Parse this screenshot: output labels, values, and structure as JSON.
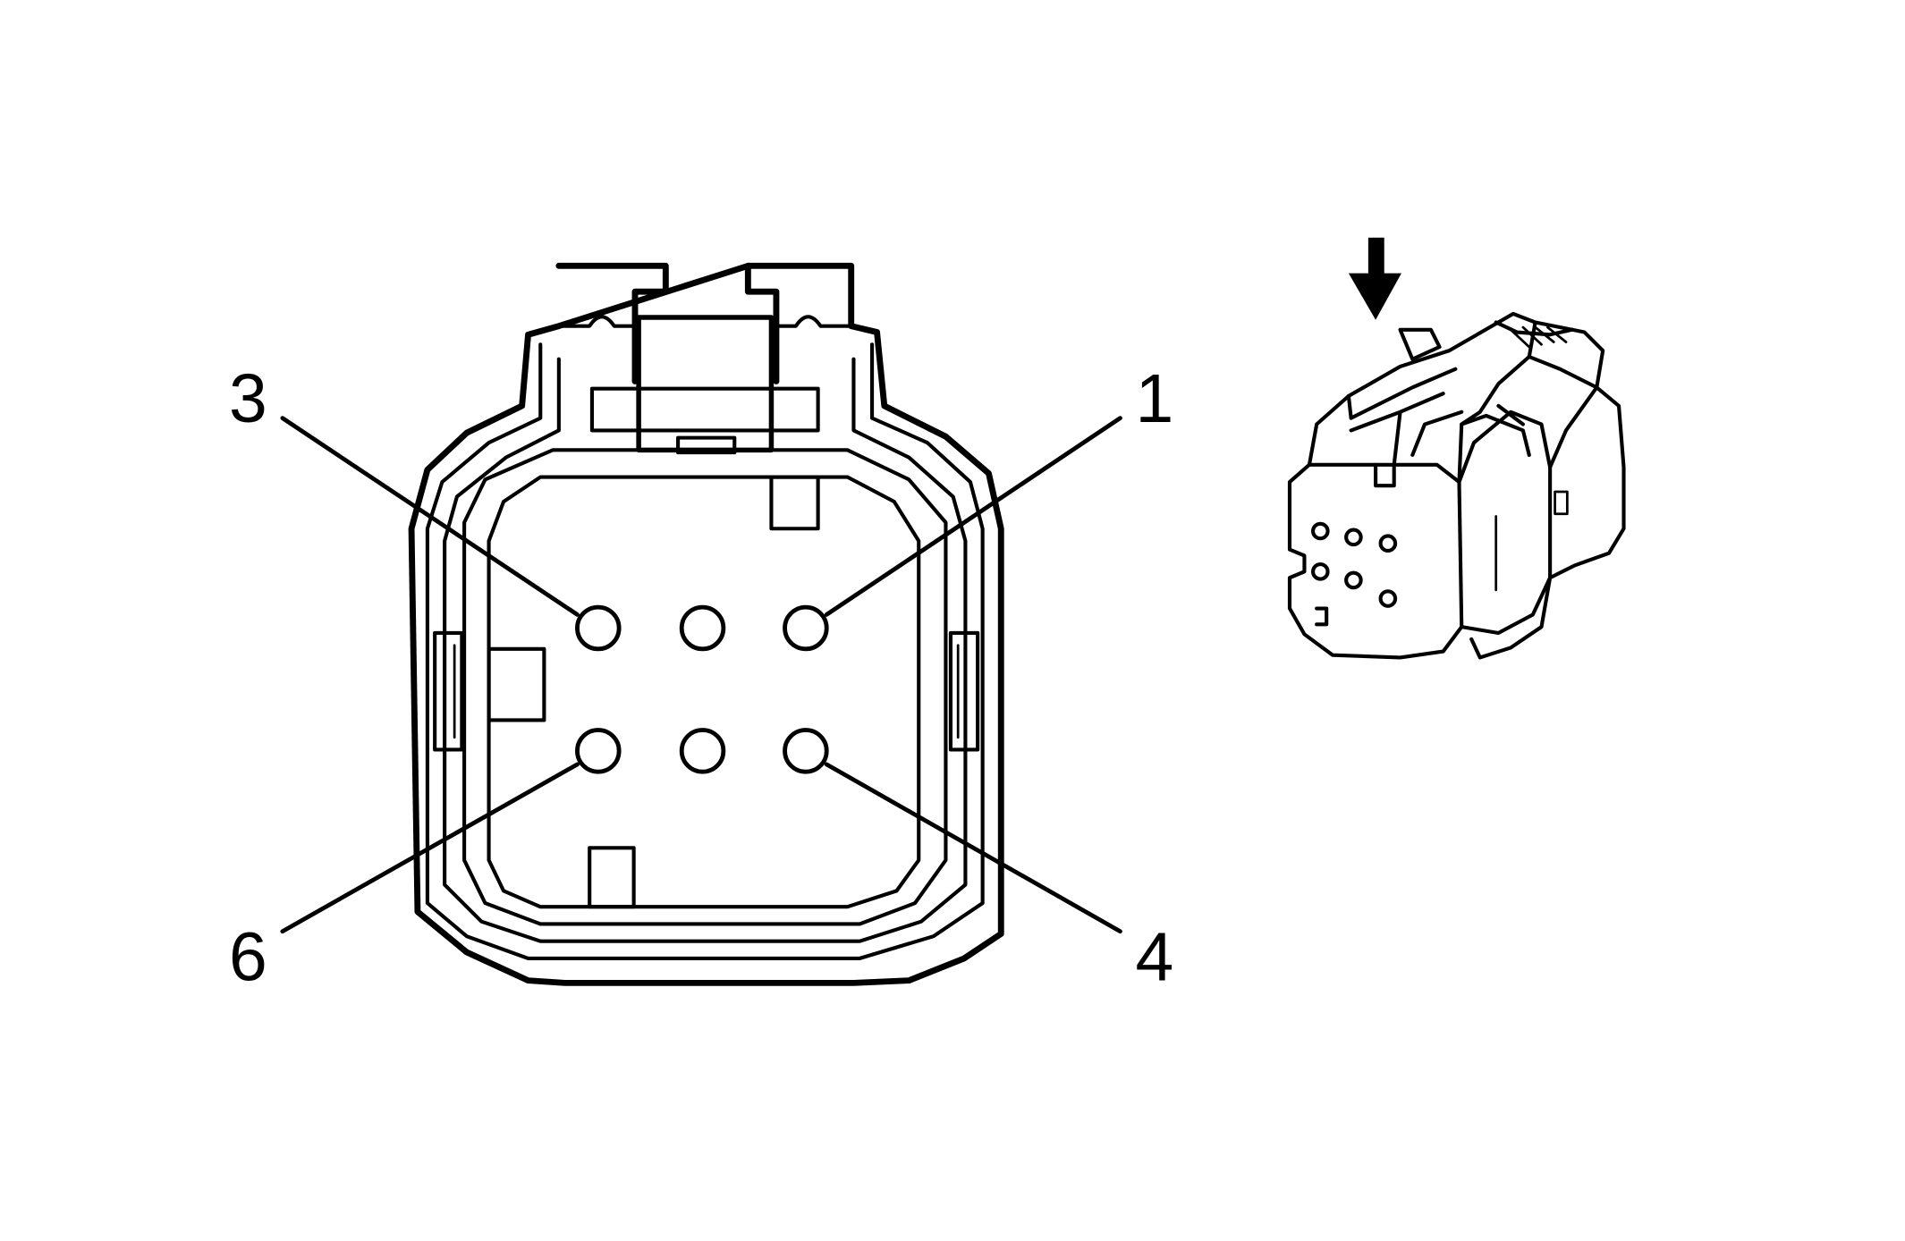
{
  "diagram": {
    "type": "connector-end-view",
    "pin_count": 6,
    "callouts": {
      "pin_3": "3",
      "pin_1": "1",
      "pin_6": "6",
      "pin_4": "4"
    },
    "colors": {
      "ink": "#000000",
      "paper": "#ffffff"
    },
    "icons": [
      "down-arrow-icon",
      "connector-perspective-icon"
    ]
  }
}
